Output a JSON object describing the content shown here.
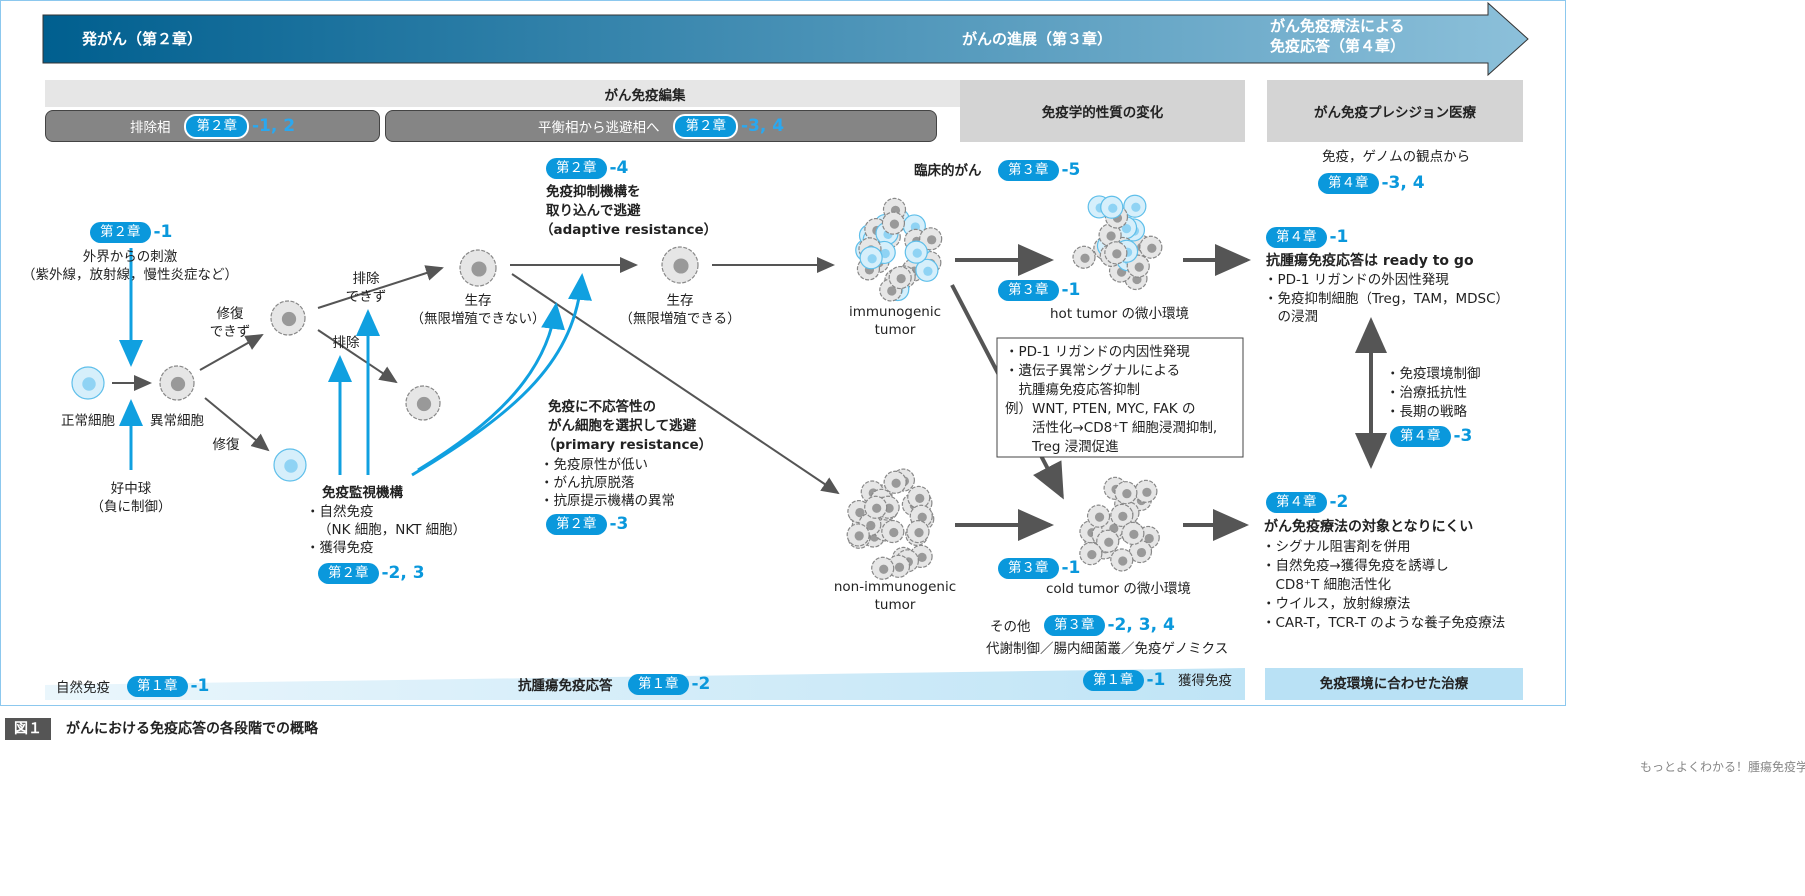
{
  "banner": {
    "stage1": "発がん（第２章）",
    "stage2": "がんの進展（第３章）",
    "stage3_line1": "がん免疫療法による",
    "stage3_line2": "免疫応答（第４章）",
    "color_start": "#005f8f",
    "color_end": "#8cc0da"
  },
  "headers": {
    "editing": "がん免疫編集",
    "elimination": "排除相",
    "elimination_badge": {
      "chapter": "第２章",
      "suffix": "-1, 2"
    },
    "equilibrium": "平衡相から逃避相へ",
    "equilibrium_badge": {
      "chapter": "第２章",
      "suffix": "-3, 4"
    },
    "immuno_change": "免疫学的性質の変化",
    "precision": "がん免疫プレシジョン医療"
  },
  "left": {
    "stimulus_badge": {
      "chapter": "第２章",
      "suffix": "-1"
    },
    "stimulus": "外界からの刺激",
    "stimulus_sub": "（紫外線，放射線，慢性炎症など）",
    "normal_cell": "正常細胞",
    "abnormal_cell": "異常細胞",
    "neutrophil": "好中球",
    "neutrophil_sub": "（負に制御）",
    "repair_fail_1": "修復",
    "repair_fail_2": "できず",
    "repair": "修復",
    "cannot_eliminate_1": "排除",
    "cannot_eliminate_2": "できず",
    "eliminate": "排除",
    "survive1": "生存",
    "survive1_sub": "（無限増殖できない）",
    "survive2": "生存",
    "survive2_sub": "（無限増殖できる）",
    "surveillance_title": "免疫監視機構",
    "surveillance_items": [
      "・自然免疫",
      "（NK 細胞，NKT 細胞）",
      "・獲得免疫"
    ],
    "surveillance_badge": {
      "chapter": "第２章",
      "suffix": "-2, 3"
    },
    "adaptive_badge": {
      "chapter": "第２章",
      "suffix": "-4"
    },
    "adaptive_lines": [
      "免疫抑制機構を",
      "取り込んで逃避",
      "（adaptive resistance）"
    ],
    "primary_lines": [
      "免疫に不応答性の",
      "がん細胞を選択して逃避",
      "（primary resistance）"
    ],
    "primary_items": [
      "・免疫原性が低い",
      "・がん抗原脱落",
      "・抗原提示機構の異常"
    ],
    "primary_badge": {
      "chapter": "第２章",
      "suffix": "-3"
    }
  },
  "middle": {
    "clinical": "臨床的がん",
    "clinical_badge": {
      "chapter": "第３章",
      "suffix": "-5"
    },
    "immunogenic_1": "immunogenic",
    "immunogenic_2": "tumor",
    "non_immunogenic_1": "non-immunogenic",
    "non_immunogenic_2": "tumor",
    "hot_badge": {
      "chapter": "第３章",
      "suffix": "-1"
    },
    "hot": "hot tumor の微小環境",
    "cold_badge": {
      "chapter": "第３章",
      "suffix": "-1"
    },
    "cold": "cold tumor の微小環境",
    "box_lines": [
      "・PD-1 リガンドの内因性発現",
      "・遺伝子異常シグナルによる",
      "　抗腫瘍免疫応答抑制",
      "例）WNT, PTEN, MYC, FAK の",
      "　　活性化→CD8⁺T 細胞浸潤抑制,",
      "　　Treg 浸潤促進"
    ],
    "other": "その他",
    "other_badge": {
      "chapter": "第３章",
      "suffix": "-2, 3, 4"
    },
    "other_sub": "代謝制御／腸内細菌叢／免疫ゲノミクス"
  },
  "right": {
    "genome": "免疫，ゲノムの観点から",
    "genome_badge": {
      "chapter": "第４章",
      "suffix": "-3, 4"
    },
    "ready_badge": {
      "chapter": "第４章",
      "suffix": "-1"
    },
    "ready_title": "抗腫瘍免疫応答は ready to go",
    "ready_items": [
      "・PD-1 リガンドの外因性発現",
      "・免疫抑制細胞（Treg，TAM，MDSC）",
      "　の浸潤"
    ],
    "mid_items": [
      "・免疫環境制御",
      "・治療抵抗性",
      "・長期の戦略"
    ],
    "mid_badge": {
      "chapter": "第４章",
      "suffix": "-3"
    },
    "hard_badge": {
      "chapter": "第４章",
      "suffix": "-2"
    },
    "hard_title": "がん免疫療法の対象となりにくい",
    "hard_items": [
      "・シグナル阻害剤を併用",
      "・自然免疫→獲得免疫を誘導し",
      "　CD8⁺T 細胞活性化",
      "・ウイルス，放射線療法",
      "・CAR-T，TCR-T のような養子免疫療法"
    ]
  },
  "bottom": {
    "innate": "自然免疫",
    "innate_badge": {
      "chapter": "第１章",
      "suffix": "-1"
    },
    "antitumor": "抗腫瘍免疫応答",
    "antitumor_badge": {
      "chapter": "第１章",
      "suffix": "-2"
    },
    "acquired_badge": {
      "chapter": "第１章",
      "suffix": "-1"
    },
    "acquired": "獲得免疫",
    "treatment": "免疫環境に合わせた治療"
  },
  "caption": {
    "fig": "図１",
    "text": "がんにおける免疫応答の各段階での概略",
    "source": "もっとよくわかる！腫瘍免疫学"
  }
}
